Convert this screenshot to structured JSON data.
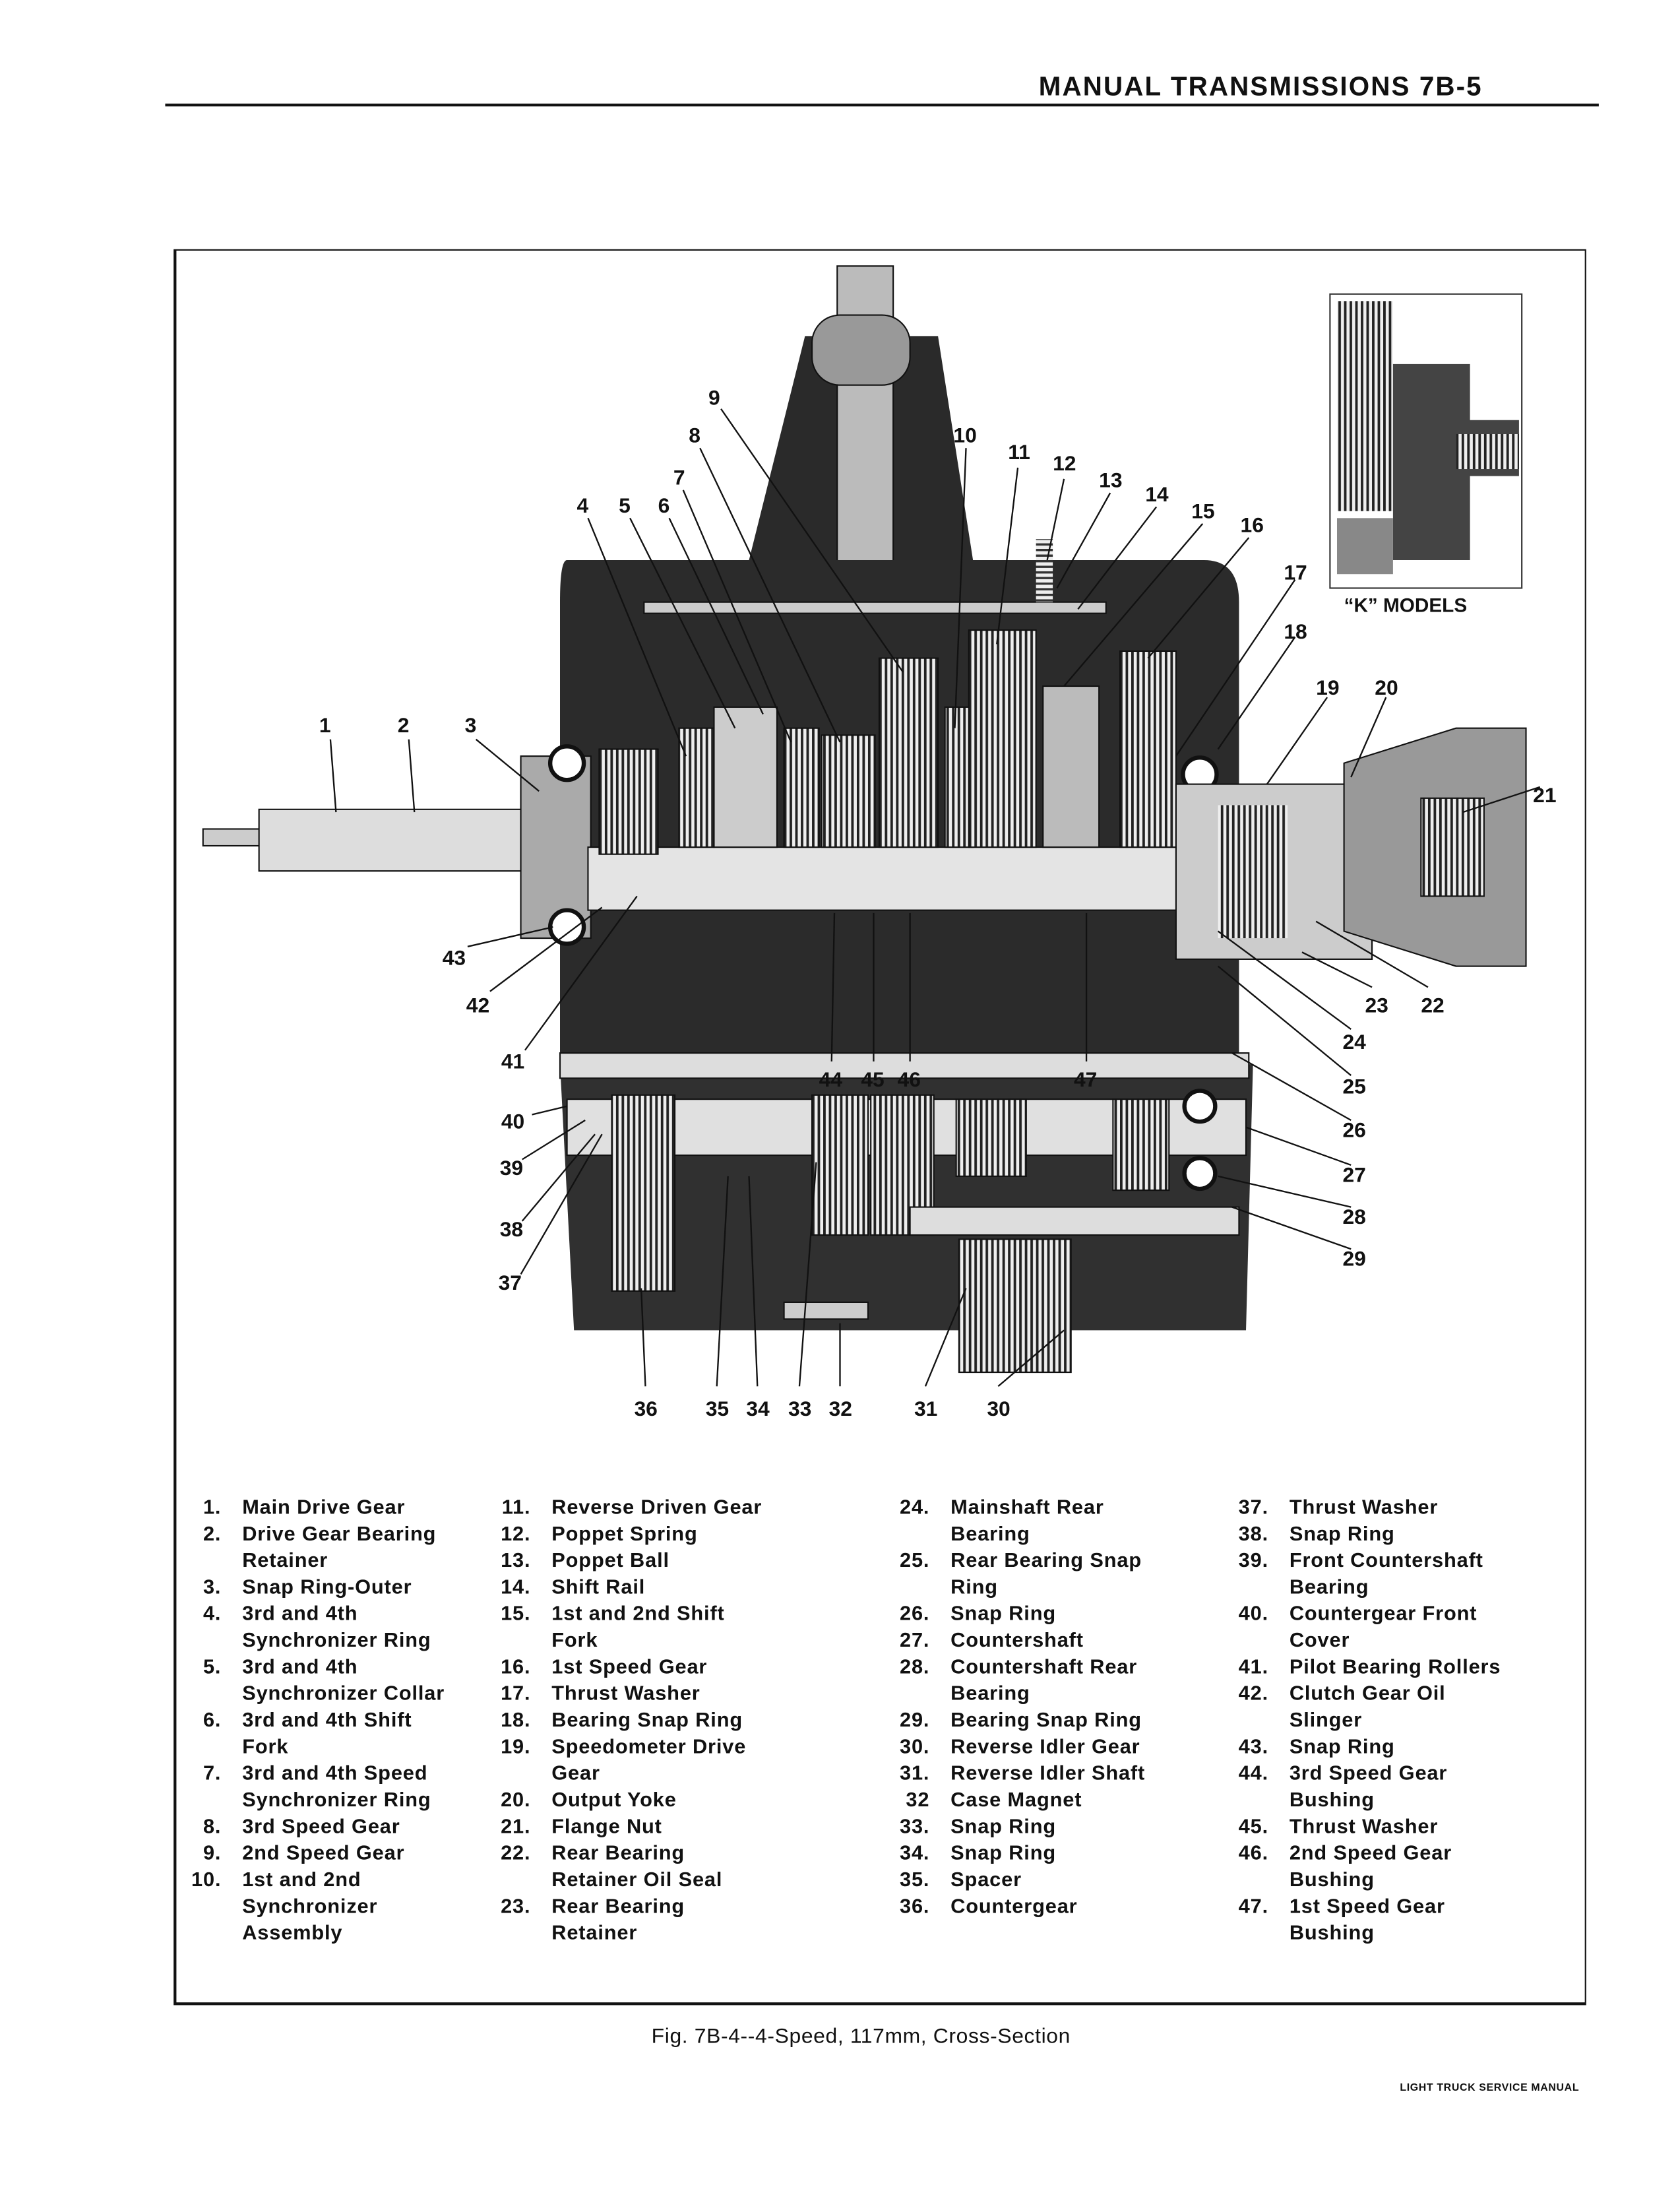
{
  "header": {
    "title": "MANUAL TRANSMISSIONS   7B-5"
  },
  "figure": {
    "inset_label": "“K” MODELS",
    "callouts": [
      "1",
      "2",
      "3",
      "4",
      "5",
      "6",
      "7",
      "8",
      "9",
      "10",
      "11",
      "12",
      "13",
      "14",
      "15",
      "16",
      "17",
      "18",
      "19",
      "20",
      "21",
      "22",
      "23",
      "24",
      "25",
      "26",
      "27",
      "28",
      "29",
      "30",
      "31",
      "32",
      "33",
      "34",
      "35",
      "36",
      "37",
      "38",
      "39",
      "40",
      "41",
      "42",
      "43",
      "44",
      "45",
      "46",
      "47"
    ],
    "caption": "Fig. 7B-4--4-Speed, 117mm, Cross-Section"
  },
  "legend": [
    [
      {
        "num": "1.",
        "lines": [
          "Main Drive Gear"
        ]
      },
      {
        "num": "2.",
        "lines": [
          "Drive Gear Bearing",
          "Retainer"
        ]
      },
      {
        "num": "3.",
        "lines": [
          "Snap Ring-Outer"
        ]
      },
      {
        "num": "4.",
        "lines": [
          "3rd and 4th",
          "Synchronizer Ring"
        ]
      },
      {
        "num": "5.",
        "lines": [
          "3rd and 4th",
          "Synchronizer Collar"
        ]
      },
      {
        "num": "6.",
        "lines": [
          "3rd and 4th Shift",
          "Fork"
        ]
      },
      {
        "num": "7.",
        "lines": [
          "3rd and 4th Speed",
          "Synchronizer Ring"
        ]
      },
      {
        "num": "8.",
        "lines": [
          "3rd Speed Gear"
        ]
      },
      {
        "num": "9.",
        "lines": [
          "2nd Speed Gear"
        ]
      },
      {
        "num": "10.",
        "lines": [
          "1st and 2nd",
          "Synchronizer",
          "Assembly"
        ]
      }
    ],
    [
      {
        "num": "11.",
        "lines": [
          "Reverse Driven Gear"
        ]
      },
      {
        "num": "12.",
        "lines": [
          "Poppet Spring"
        ]
      },
      {
        "num": "13.",
        "lines": [
          "Poppet Ball"
        ]
      },
      {
        "num": "14.",
        "lines": [
          "Shift Rail"
        ]
      },
      {
        "num": "15.",
        "lines": [
          "1st and 2nd Shift",
          "Fork"
        ]
      },
      {
        "num": "16.",
        "lines": [
          "1st Speed Gear"
        ]
      },
      {
        "num": "17.",
        "lines": [
          "Thrust Washer"
        ]
      },
      {
        "num": "18.",
        "lines": [
          "Bearing Snap Ring"
        ]
      },
      {
        "num": "19.",
        "lines": [
          "Speedometer Drive",
          "Gear"
        ]
      },
      {
        "num": "20.",
        "lines": [
          "Output Yoke"
        ]
      },
      {
        "num": "21.",
        "lines": [
          "Flange Nut"
        ]
      },
      {
        "num": "22.",
        "lines": [
          "Rear Bearing",
          "Retainer Oil Seal"
        ]
      },
      {
        "num": "23.",
        "lines": [
          "Rear Bearing",
          "Retainer"
        ]
      }
    ],
    [
      {
        "num": "24.",
        "lines": [
          "Mainshaft Rear",
          "Bearing"
        ]
      },
      {
        "num": "25.",
        "lines": [
          "Rear Bearing Snap",
          "Ring"
        ]
      },
      {
        "num": "26.",
        "lines": [
          "Snap Ring"
        ]
      },
      {
        "num": "27.",
        "lines": [
          "Countershaft"
        ]
      },
      {
        "num": "28.",
        "lines": [
          "Countershaft Rear",
          "Bearing"
        ]
      },
      {
        "num": "29.",
        "lines": [
          "Bearing Snap Ring"
        ]
      },
      {
        "num": "30.",
        "lines": [
          "Reverse Idler Gear"
        ]
      },
      {
        "num": "31.",
        "lines": [
          "Reverse Idler Shaft"
        ]
      },
      {
        "num": "32",
        "lines": [
          "Case Magnet"
        ]
      },
      {
        "num": "33.",
        "lines": [
          "Snap Ring"
        ]
      },
      {
        "num": "34.",
        "lines": [
          "Snap Ring"
        ]
      },
      {
        "num": "35.",
        "lines": [
          "Spacer"
        ]
      },
      {
        "num": "36.",
        "lines": [
          "Countergear"
        ]
      }
    ],
    [
      {
        "num": "37.",
        "lines": [
          "Thrust Washer"
        ]
      },
      {
        "num": "38.",
        "lines": [
          "Snap Ring"
        ]
      },
      {
        "num": "39.",
        "lines": [
          "Front Countershaft",
          "Bearing"
        ]
      },
      {
        "num": "40.",
        "lines": [
          "Countergear Front",
          "Cover"
        ]
      },
      {
        "num": "41.",
        "lines": [
          "Pilot Bearing Rollers"
        ]
      },
      {
        "num": "42.",
        "lines": [
          "Clutch Gear Oil",
          "Slinger"
        ]
      },
      {
        "num": "43.",
        "lines": [
          "Snap Ring"
        ]
      },
      {
        "num": "44.",
        "lines": [
          "3rd Speed Gear",
          "Bushing"
        ]
      },
      {
        "num": "45.",
        "lines": [
          "Thrust Washer"
        ]
      },
      {
        "num": "46.",
        "lines": [
          "2nd Speed Gear",
          "Bushing"
        ]
      },
      {
        "num": "47.",
        "lines": [
          "1st Speed Gear",
          "Bushing"
        ]
      }
    ]
  ],
  "footer": {
    "text": "LIGHT TRUCK SERVICE MANUAL"
  }
}
